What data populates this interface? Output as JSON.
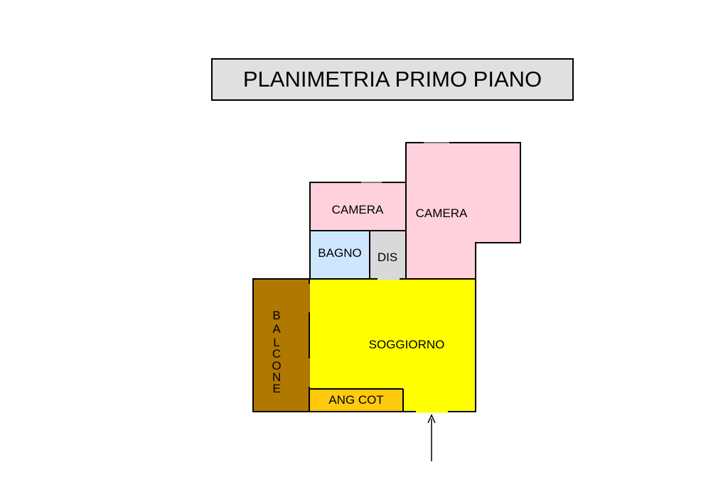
{
  "title": "PLANIMETRIA PRIMO PIANO",
  "rooms": {
    "camera_small": {
      "label": "CAMERA",
      "color": "#ffd1dc"
    },
    "camera_large": {
      "label": "CAMERA",
      "color": "#ffd1dc"
    },
    "bagno": {
      "label": "BAGNO",
      "color": "#cfe6ff"
    },
    "dis": {
      "label": "DIS",
      "color": "#d9d9d9"
    },
    "soggiorno": {
      "label": "SOGGIORNO",
      "color": "#ffff00"
    },
    "ang_cot": {
      "label": "ANG COT",
      "color": "#ffc90e"
    },
    "balcone": {
      "label": "BALCONE",
      "letters": [
        "B",
        "A",
        "L",
        "C",
        "O",
        "N",
        "E"
      ],
      "color": "#b07800"
    }
  },
  "colors": {
    "title_bg": "#e0e0e0",
    "wall": "#000000"
  }
}
